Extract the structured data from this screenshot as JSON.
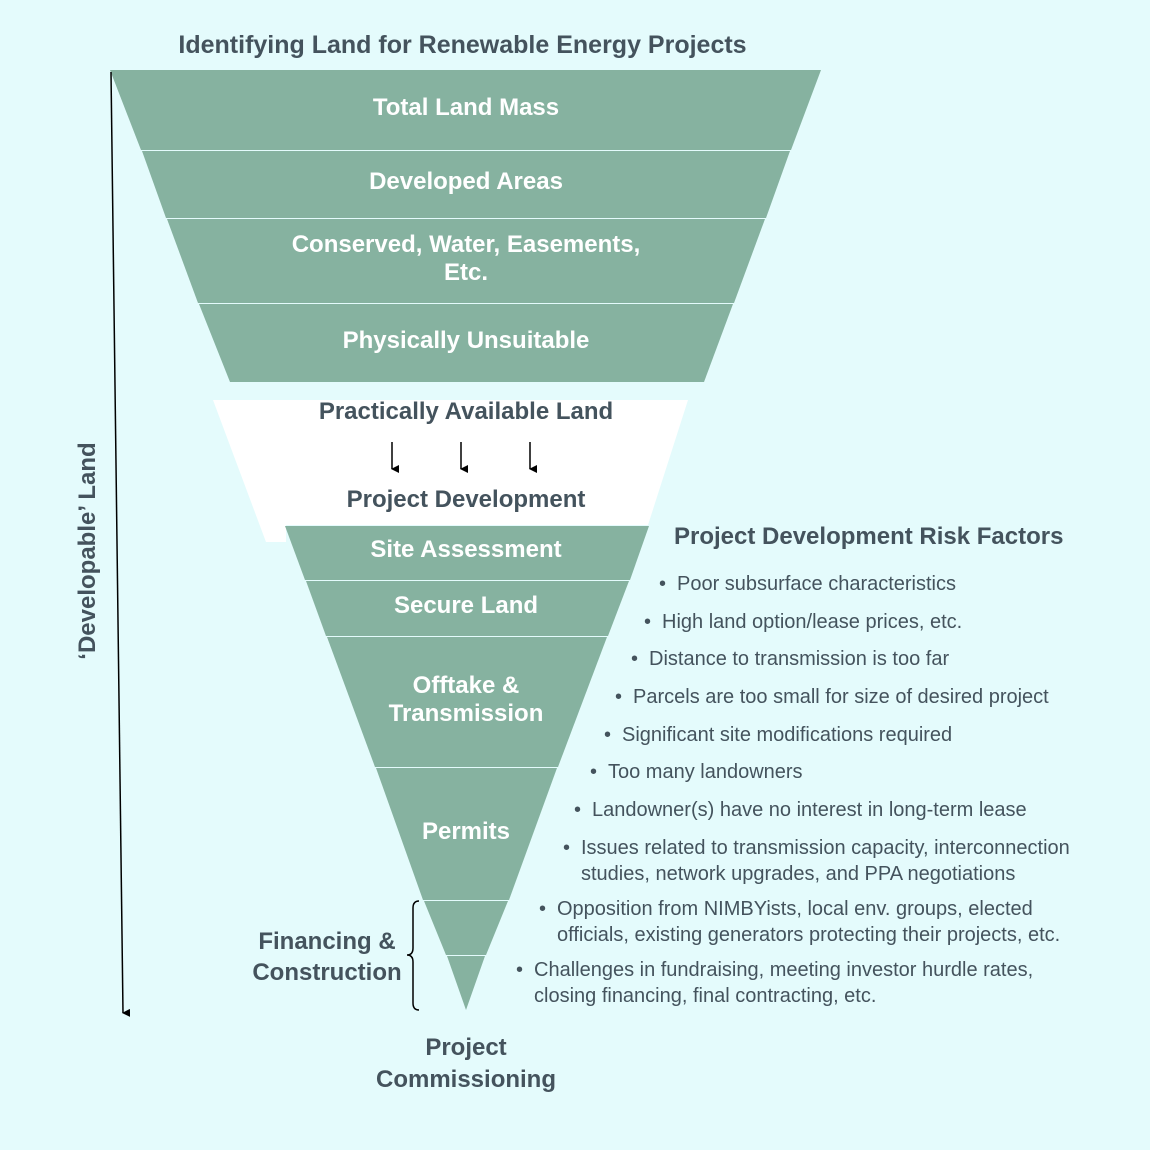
{
  "title": "Identifying Land for Renewable Energy Projects",
  "side_label": "‘Developable’ Land",
  "colors": {
    "band_fill": "#86b2a0",
    "background": "#e4fbfc",
    "text": "#44535d"
  },
  "bands": [
    {
      "label": "Total Land Mass"
    },
    {
      "label": "Developed Areas"
    },
    {
      "label": "Conserved, Water, Easements, Etc."
    },
    {
      "label": "Physically Unsuitable"
    },
    {
      "label": "Site Assessment"
    },
    {
      "label": "Secure Land"
    },
    {
      "label": "Offtake & Transmission"
    },
    {
      "label": "Permits"
    }
  ],
  "practically_available": "Practically Available Land",
  "project_development": "Project Development",
  "financing_label": "Financing & Construction",
  "commissioning_label": "Project Commissioning",
  "risk_title": "Project Development Risk Factors",
  "risks": [
    {
      "line1": "Poor subsurface characteristics"
    },
    {
      "line1": "High land option/lease prices, etc."
    },
    {
      "line1": "Distance to transmission is too far"
    },
    {
      "line1": "Parcels are too small for size of desired project"
    },
    {
      "line1": "Significant site modifications required"
    },
    {
      "line1": "Too many landowners"
    },
    {
      "line1": "Landowner(s) have no interest in long-term lease"
    },
    {
      "line1": "Issues related to transmission capacity, interconnection",
      "line2": "studies, network upgrades, and PPA negotiations"
    },
    {
      "line1": "Opposition from NIMBYists, local env. groups, elected",
      "line2": "officials, existing generators protecting their projects, etc."
    },
    {
      "line1": "Challenges in fundraising, meeting investor hurdle rates,",
      "line2": "closing financing, final contracting, etc."
    }
  ]
}
